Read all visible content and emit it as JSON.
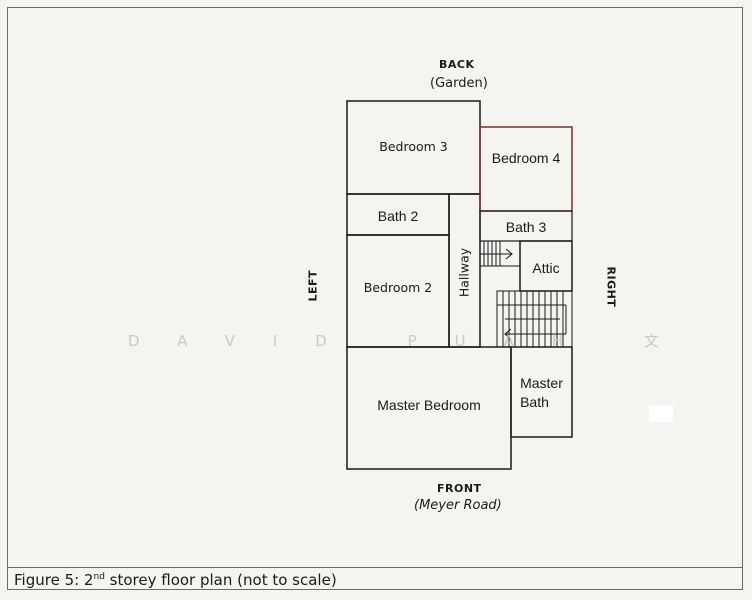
{
  "orientation": {
    "back": "BACK",
    "back_sub": "(Garden)",
    "front": "FRONT",
    "front_sub": "(Meyer Road)",
    "left": "LEFT",
    "right": "RIGHT"
  },
  "rooms": {
    "bedroom3": "Bedroom 3",
    "bedroom4": "Bedroom 4",
    "bath2": "Bath 2",
    "bath3": "Bath 3",
    "bedroom2": "Bedroom 2",
    "hallway": "Hallway",
    "attic": "Attic",
    "master_bedroom": "Master Bedroom",
    "master_bath_line1": "Master",
    "master_bath_line2": "Bath"
  },
  "watermark": "DAVID PUAH 文",
  "caption": {
    "prefix": "Figure 5: 2",
    "sup": "nd",
    "suffix": " storey floor plan (not to scale)"
  },
  "colors": {
    "wall": "#1a1a1a",
    "bedroom4_accent": "#8b2a2a",
    "background": "#f4f4f1"
  }
}
